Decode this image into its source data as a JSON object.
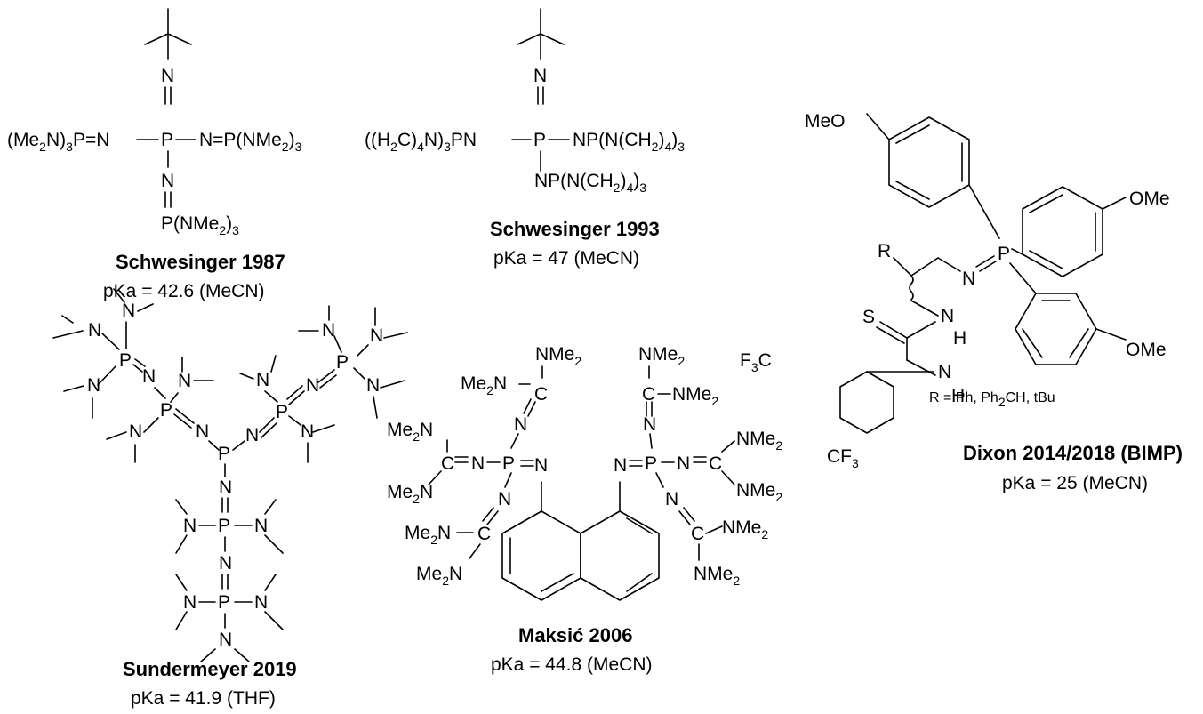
{
  "structures": [
    {
      "id": "schwesinger-1987",
      "name": "Schwesinger 1987",
      "pka": "pKa = 42.6 (MeCN)",
      "labels": {
        "left_group_main": "(Me",
        "left_group_sub": "2",
        "left_group_rest": "N)",
        "left_group_sub2": "3",
        "left_group_tail": "P=N",
        "center_p": "P",
        "right_group": "N=P(NMe",
        "right_sub": "2",
        "right_close": ")",
        "right_sub2": "3",
        "top_n": "N",
        "bottom_n": "N",
        "bottom_p": "P(NMe",
        "bottom_sub": "2",
        "bottom_close": ")",
        "bottom_sub2": "3"
      }
    },
    {
      "id": "schwesinger-1993",
      "name": "Schwesinger 1993",
      "pka": "pKa = 47 (MeCN)",
      "labels": {
        "left_a": "((H",
        "left_sub1": "2",
        "left_b": "C)",
        "left_sub2": "4",
        "left_c": "N)",
        "left_sub3": "3",
        "left_d": "PN",
        "center_p": "P",
        "right_a": "NP(N(CH",
        "right_sub1": "2",
        "right_b": ")",
        "right_sub2": "4",
        "right_c": ")",
        "right_sub3": "3",
        "top_n": "N",
        "bottom_a": "NP(N(CH",
        "bottom_sub1": "2",
        "bottom_b": ")",
        "bottom_sub2": "4",
        "bottom_c": ")",
        "bottom_sub3": "3"
      }
    },
    {
      "id": "dixon-bimp",
      "name": "Dixon 2014/2018 (BIMP)",
      "pka": "pKa = 25 (MeCN)",
      "r_note_a": "R = Ph, Ph",
      "r_note_sub": "2",
      "r_note_b": "CH, tBu",
      "labels": {
        "meo": "MeO",
        "ome_1": "OMe",
        "ome_2": "OMe",
        "r": "R",
        "n_imine": "N",
        "p": "P",
        "s": "S",
        "nh_1_n": "N",
        "nh_1_h": "H",
        "nh_2_n": "N",
        "nh_2_h": "H",
        "cf3_left_a": "F",
        "cf3_left_sub": "3",
        "cf3_left_b": "C",
        "cf3_bottom_a": "CF",
        "cf3_bottom_sub": "3"
      }
    },
    {
      "id": "sundermeyer-2019",
      "name": "Sundermeyer 2019",
      "pka": "pKa = 41.9 (THF)",
      "labels": {
        "n": "N",
        "p": "P"
      }
    },
    {
      "id": "maksic-2006",
      "name": "Maksić 2006",
      "pka": "pKa = 44.8 (MeCN)",
      "labels": {
        "nme2": "NMe",
        "me2n_a": "Me",
        "me2n_b": "N",
        "sub2": "2",
        "c": "C",
        "n": "N",
        "p": "P"
      }
    }
  ]
}
